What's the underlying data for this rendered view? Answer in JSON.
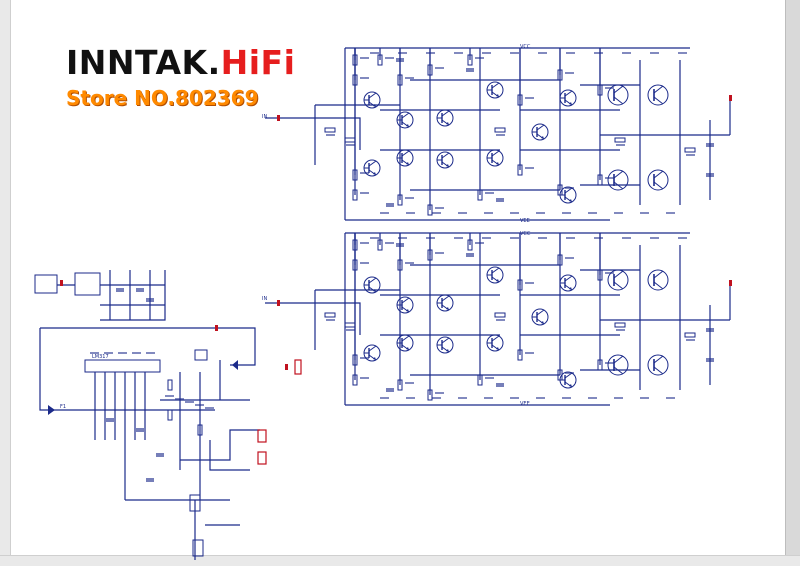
{
  "watermark": {
    "brand_main": "INNTAK.",
    "brand_accent": "HiFi",
    "store": "Store NO.802369",
    "brand_color": "#111111",
    "accent_color": "#e61e1e",
    "store_color": "#ff8a00"
  },
  "schematic": {
    "wire_color": "#1b2a8a",
    "red_mark_color": "#c0121f",
    "upper_channel": {
      "rail_pos_label": "VCC",
      "rail_neg_label": "VEE",
      "input_label": "IN"
    },
    "lower_channel": {
      "rail_pos_label": "VCC",
      "rail_neg_label": "VEE",
      "input_label": "IN"
    },
    "power_supply": {
      "regulator_label": "LM317",
      "fuse_label": "F1"
    }
  }
}
